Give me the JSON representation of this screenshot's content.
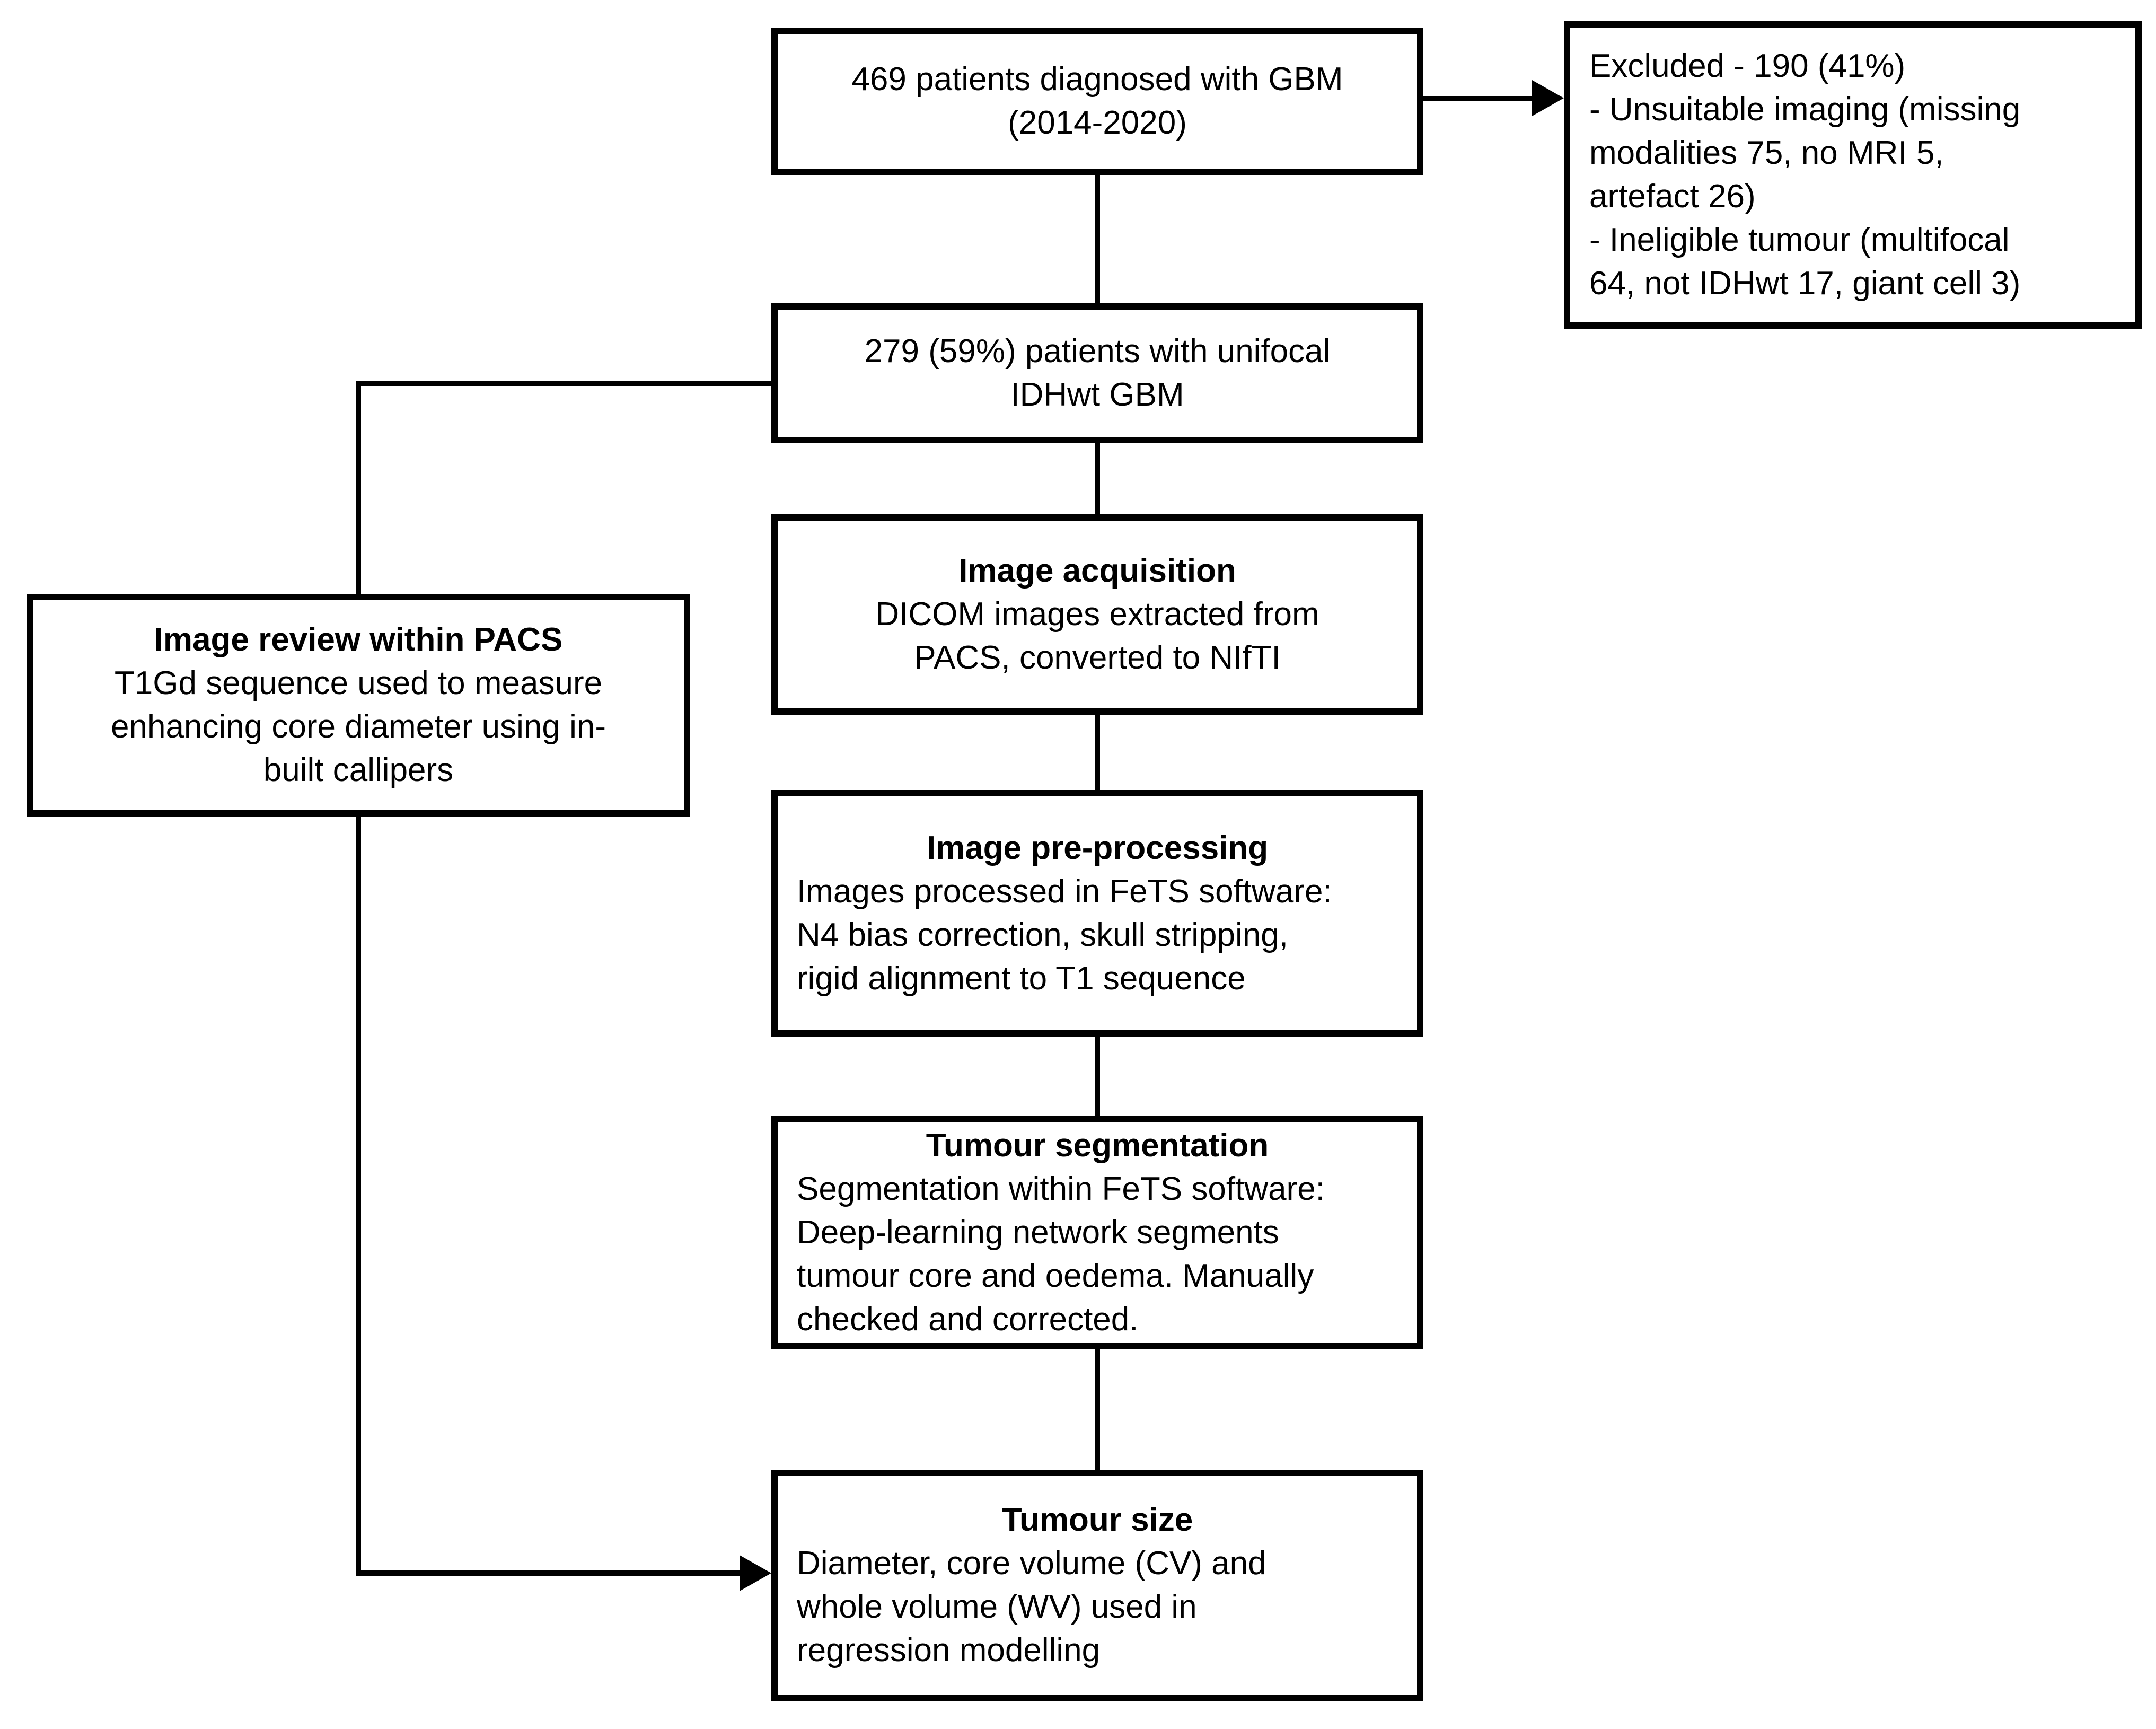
{
  "flowchart": {
    "top_box": {
      "text": "469 patients diagnosed with GBM\n(2014-2020)"
    },
    "excluded_box": {
      "text": "Excluded - 190 (41%)\n- Unsuitable imaging (missing\nmodalities 75, no MRI 5,\nartefact 26)\n- Ineligible tumour (multifocal\n64, not IDHwt 17, giant cell 3)"
    },
    "unifocal_box": {
      "text": "279 (59%) patients with unifocal\nIDHwt GBM"
    },
    "acquisition_box": {
      "title": "Image acquisition",
      "body": "DICOM images extracted from\nPACS, converted to NIfTI"
    },
    "review_box": {
      "title": "Image review within PACS",
      "body": "T1Gd sequence used to measure\nenhancing core diameter using in-\nbuilt callipers"
    },
    "preprocessing_box": {
      "title": "Image pre-processing",
      "body": "Images processed in FeTS software:\nN4 bias correction, skull stripping,\nrigid alignment to T1 sequence"
    },
    "segmentation_box": {
      "title": "Tumour segmentation",
      "body": "Segmentation within FeTS software:\nDeep-learning network segments\ntumour core and oedema. Manually\nchecked and corrected."
    },
    "size_box": {
      "title": "Tumour size",
      "body": "Diameter, core volume (CV) and\nwhole volume (WV) used in\nregression modelling"
    }
  },
  "colors": {
    "ink": "#000000",
    "paper": "#ffffff"
  }
}
